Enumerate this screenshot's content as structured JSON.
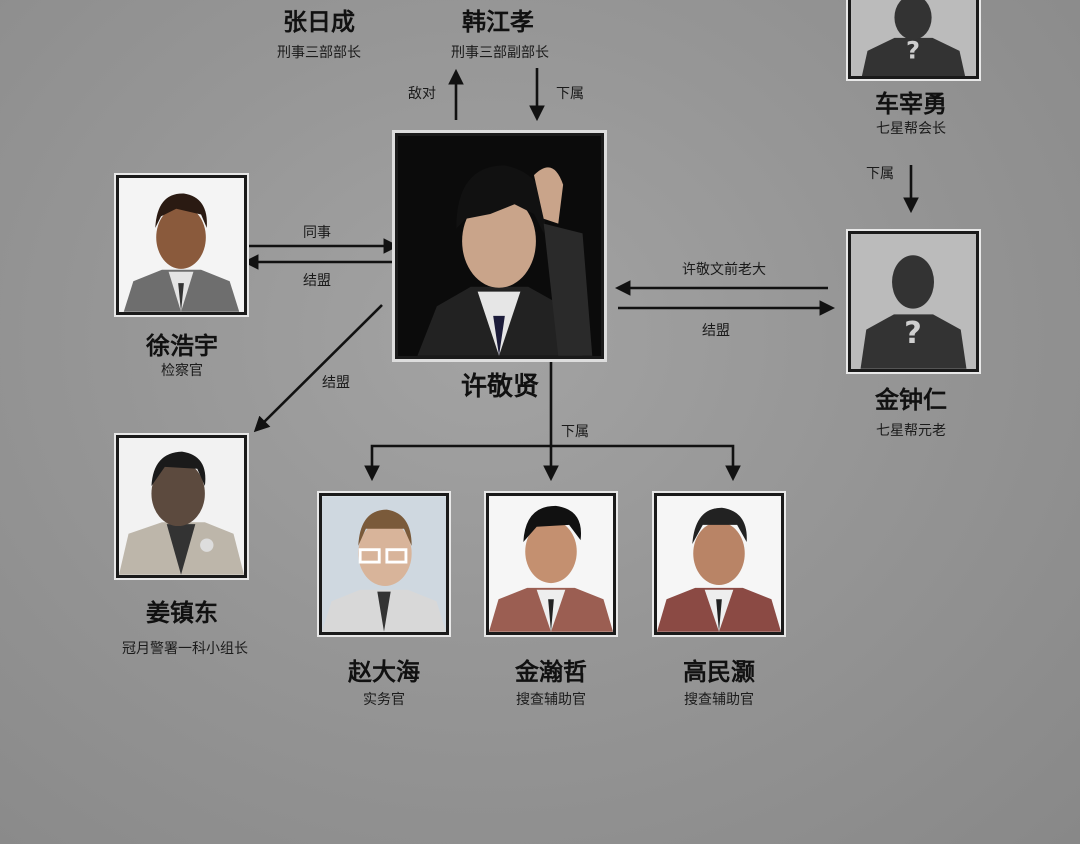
{
  "people": {
    "zhang": {
      "name": "张日成",
      "title": "刑事三部部长"
    },
    "han": {
      "name": "韩江孝",
      "title": "刑事三部副部长"
    },
    "xu_jx": {
      "name": "许敬贤"
    },
    "xu_hy": {
      "name": "徐浩宇",
      "title": "检察官"
    },
    "jiang": {
      "name": "姜镇东",
      "title": "冠月警署一科小组长"
    },
    "zhao": {
      "name": "赵大海",
      "title": "实务官"
    },
    "kim_hz": {
      "name": "金瀚哲",
      "title": "搜查辅助官"
    },
    "gao": {
      "name": "高民灏",
      "title": "搜查辅助官"
    },
    "che": {
      "name": "车宰勇",
      "title": "七星帮会长"
    },
    "kim_zr": {
      "name": "金钟仁",
      "title": "七星帮元老"
    }
  },
  "relations": {
    "zhang_enemy": "敌对",
    "han_sub": "下属",
    "colleague": "同事",
    "alliance_xu": "结盟",
    "alliance_jiang": "结盟",
    "subordinates": "下属",
    "che_sub": "下属",
    "former_boss": "许敬文前老大",
    "alliance_kim": "结盟"
  },
  "colors": {
    "background": "#969696",
    "line": "#111111",
    "frame": "#1a1a1a"
  }
}
